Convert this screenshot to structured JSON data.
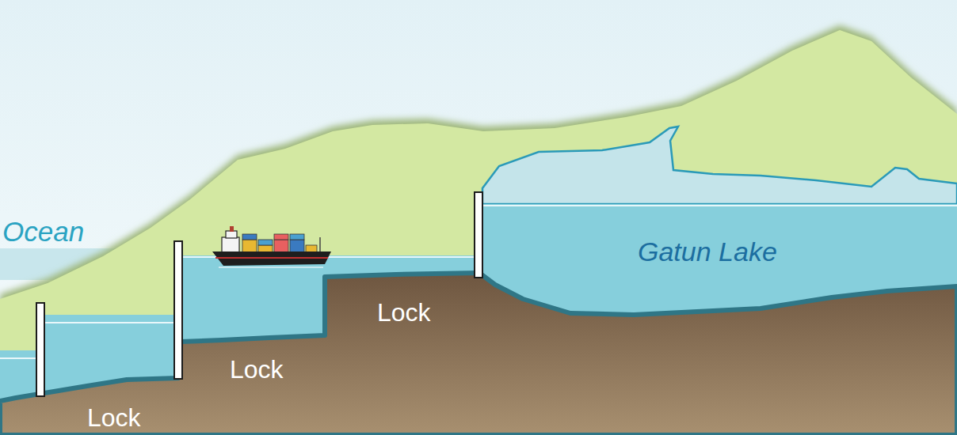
{
  "diagram": {
    "labels": [
      "Ocean",
      "Gatun Lake",
      "Lock",
      "Lock",
      "Lock"
    ]
  }
}
